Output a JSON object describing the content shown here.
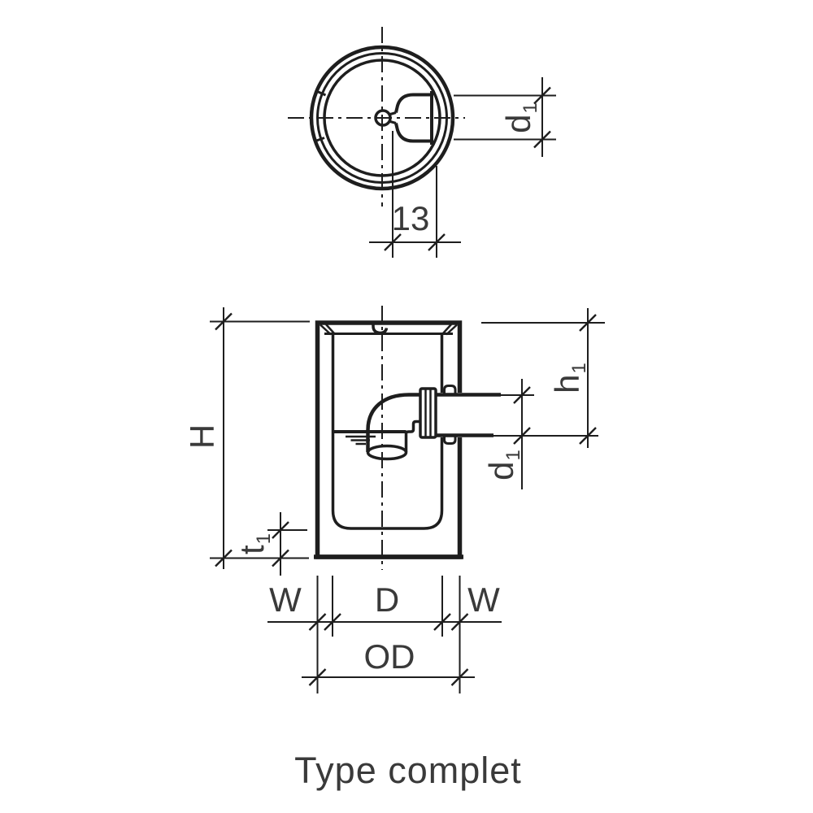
{
  "caption": "Type complet",
  "colors": {
    "line": "#1e1e1e",
    "text": "#3a3a3a",
    "background": "#ffffff"
  },
  "top_view": {
    "offset_dim_label": "13",
    "outlet_dia_label": {
      "base": "d",
      "sub": "1"
    }
  },
  "section_view": {
    "height_label": "H",
    "base_thickness_label": {
      "base": "t",
      "sub": "1"
    },
    "outlet_height_label": {
      "base": "h",
      "sub": "1"
    },
    "outlet_dia_label": {
      "base": "d",
      "sub": "1"
    },
    "wall_left_label": "W",
    "inner_width_label": "D",
    "wall_right_label": "W",
    "outer_width_label": "OD"
  }
}
